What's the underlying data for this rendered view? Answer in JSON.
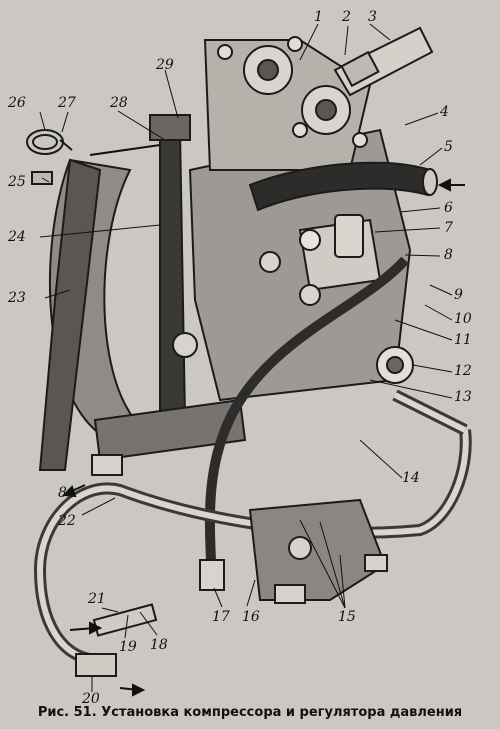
{
  "caption": "Рис. 51. Установка компрессора и регулятора давления",
  "callouts": {
    "c1": "1",
    "c2": "2",
    "c3": "3",
    "c4": "4",
    "c5": "5",
    "c6": "6",
    "c7": "7",
    "c8a": "8",
    "c8b": "8",
    "c9": "9",
    "c10": "10",
    "c11": "11",
    "c12": "12",
    "c13": "13",
    "c14": "14",
    "c15": "15",
    "c16": "16",
    "c17": "17",
    "c18": "18",
    "c19": "19",
    "c20": "20",
    "c21": "21",
    "c22": "22",
    "c23": "23",
    "c24": "24",
    "c25": "25",
    "c26": "26",
    "c27": "27",
    "c28": "28",
    "c29": "29"
  }
}
